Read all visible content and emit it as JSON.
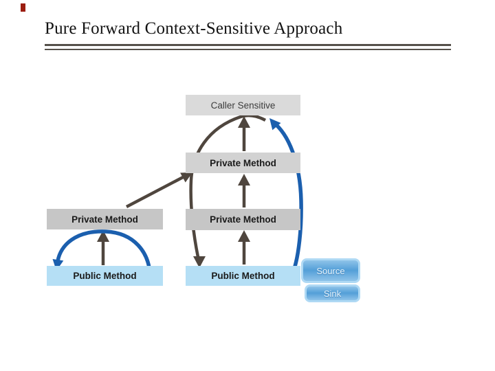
{
  "slide": {
    "title": "Pure Forward Context-Sensitive Approach"
  },
  "diagram": {
    "boxes": {
      "caller_sensitive": {
        "label": "Caller Sensitive"
      },
      "private_top": {
        "label": "Private Method"
      },
      "private_left": {
        "label": "Private Method"
      },
      "private_mid": {
        "label": "Private Method"
      },
      "public_left": {
        "label": "Public Method"
      },
      "public_center": {
        "label": "Public Method"
      },
      "source": {
        "label": "Source"
      },
      "sink": {
        "label": "Sink"
      }
    },
    "edges": [
      {
        "id": "left-up",
        "from": "public_left",
        "to": "private_left",
        "color": "dark",
        "shape": "straight"
      },
      {
        "id": "left-return-loop",
        "from": "public_left",
        "to": "public_left",
        "color": "blue",
        "shape": "arc-over-private_left"
      },
      {
        "id": "left-diagonal",
        "from": "private_left",
        "to": "private_top",
        "color": "dark",
        "shape": "straight-diagonal"
      },
      {
        "id": "center-up-1",
        "from": "public_center",
        "to": "private_mid",
        "color": "dark",
        "shape": "straight"
      },
      {
        "id": "center-up-2",
        "from": "private_mid",
        "to": "private_top",
        "color": "dark",
        "shape": "straight"
      },
      {
        "id": "center-up-3",
        "from": "private_top",
        "to": "caller_sensitive",
        "color": "dark",
        "shape": "straight"
      },
      {
        "id": "caller-down-curve",
        "from": "caller_sensitive",
        "to": "public_center",
        "color": "dark",
        "shape": "left-bulging-curve"
      },
      {
        "id": "right-up-curve",
        "from": "public_center",
        "to": "caller_sensitive",
        "color": "blue",
        "shape": "right-bulging-curve"
      }
    ]
  },
  "theme": {
    "accent_red": "#9B1D10",
    "rule_color": "#55504A",
    "box_gray_1": "#DADADA",
    "box_gray_2": "#D2D2D2",
    "box_gray_3": "#C6C6C6",
    "box_blue": "#B5DFF5",
    "arrow_dark": "#4F463E",
    "arrow_blue": "#1B5FAE",
    "badge_border": "#AFD9F4",
    "badge_fill_b": "#539FD8",
    "badge_text": "#E6F3FC"
  }
}
